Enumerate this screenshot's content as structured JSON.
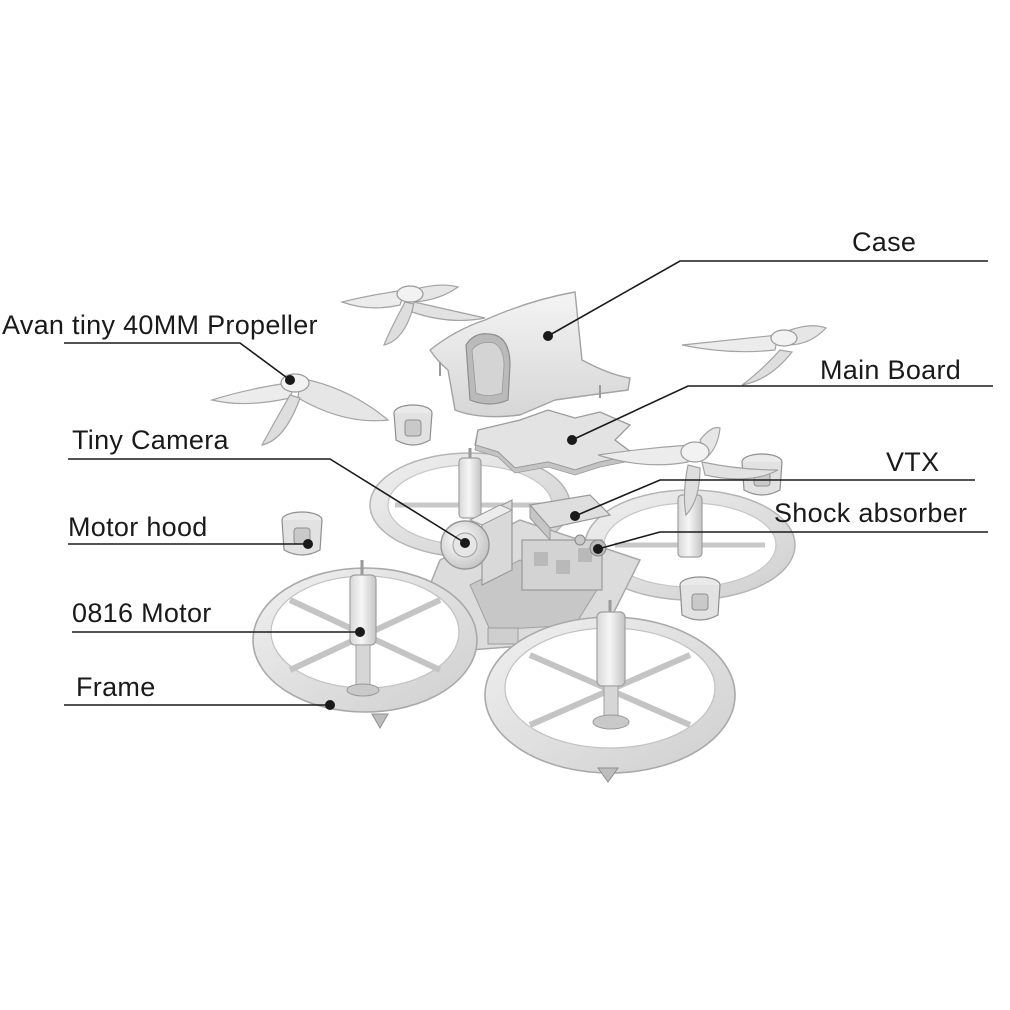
{
  "labels": {
    "case": "Case",
    "propeller": "Avan tiny 40MM Propeller",
    "main_board": "Main Board",
    "tiny_camera": "Tiny Camera",
    "vtx": "VTX",
    "shock_absorber": "Shock absorber",
    "motor_hood": "Motor hood",
    "motor": "0816 Motor",
    "frame": "Frame"
  },
  "colors": {
    "part_fill": "#ececec",
    "part_shade": "#d2d2d2",
    "part_dark": "#9c9c9c",
    "leader_line": "#1a1a1a",
    "text": "#1a1a1a"
  }
}
